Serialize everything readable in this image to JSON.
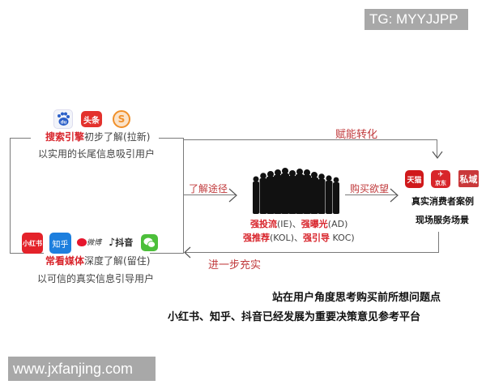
{
  "watermarks": {
    "top_right": "TG: MYYJJPP",
    "bottom_left": "www.jxfanjing.com"
  },
  "left_top": {
    "icons": [
      "baidu-icon",
      "toutiao-icon",
      "sogou-icon"
    ],
    "icon_labels": {
      "toutiao": "头条",
      "baidu": "du",
      "sogou": "S"
    },
    "title_highlight": "搜索引擎",
    "title_rest": "初步了解(拉新)",
    "subtitle": "以实用的长尾信息吸引用户"
  },
  "left_bottom": {
    "icons": [
      "xiaohongshu-icon",
      "zhihu-icon",
      "weibo-icon",
      "douyin-icon",
      "wechat-icon"
    ],
    "icon_labels": {
      "xiaohongshu": "小红书",
      "zhihu": "知乎",
      "weibo": "微博",
      "douyin": "抖音"
    },
    "title_highlight": "常看媒体",
    "title_rest": "深度了解(留住)",
    "subtitle": "以可信的真实信息引导用户"
  },
  "arrows": {
    "understand_path": "了解途径",
    "purchase_desire": "购买欲望",
    "empower_convert": "赋能转化",
    "further_enrich": "进一步充实"
  },
  "center": {
    "crowd_icon": "crowd-silhouette-icon",
    "line1": [
      {
        "text": "强投流",
        "highlight": true
      },
      {
        "text": "(IE)、",
        "highlight": false
      },
      {
        "text": "强曝光",
        "highlight": true
      },
      {
        "text": "(AD)",
        "highlight": false
      }
    ],
    "line2": [
      {
        "text": "强推荐",
        "highlight": true
      },
      {
        "text": "(KOL)、",
        "highlight": false
      },
      {
        "text": "强引导",
        "highlight": true
      },
      {
        "text": " KOC)",
        "highlight": false
      }
    ]
  },
  "right": {
    "icon_labels": {
      "tmall": "天猫",
      "jd": "京东",
      "private": "私域"
    },
    "line1": "真实消费者案例",
    "line2": "现场服务场景"
  },
  "conclusion": {
    "line1": "站在用户角度思考购买前所想问题点",
    "line2": "小红书、知乎、抖音已经发展为重要决策意见参考平台"
  },
  "colors": {
    "accent_red": "#d8242b",
    "label_red": "#c0393b",
    "line_gray": "#7a7a7a",
    "badge_gray": "#a8a8a8"
  }
}
